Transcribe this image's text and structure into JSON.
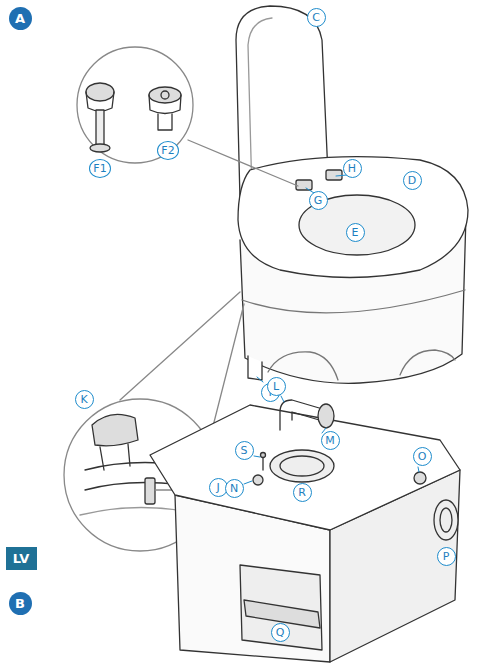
{
  "diagram": {
    "nodes": [
      {
        "text": [
          "A"
        ]
      },
      {
        "text": [
          "C"
        ]
      },
      {
        "text": [
          "F1"
        ]
      },
      {
        "text": [
          "F2"
        ]
      },
      {
        "text": [
          "H"
        ]
      },
      {
        "text": [
          "G"
        ]
      },
      {
        "text": [
          "D"
        ]
      },
      {
        "text": [
          "E"
        ]
      },
      {
        "text": [
          "I"
        ]
      },
      {
        "text": [
          "K"
        ]
      },
      {
        "text": [
          "J"
        ]
      },
      {
        "text": [
          "LV"
        ]
      },
      {
        "text": [
          "B"
        ]
      },
      {
        "text": [
          "L"
        ]
      },
      {
        "text": [
          "M"
        ]
      },
      {
        "text": [
          "S"
        ]
      },
      {
        "text": [
          "R"
        ]
      },
      {
        "text": [
          "O"
        ]
      },
      {
        "text": [
          "N"
        ]
      },
      {
        "text": [
          "P"
        ]
      },
      {
        "text": [
          "Q"
        ]
      }
    ]
  }
}
